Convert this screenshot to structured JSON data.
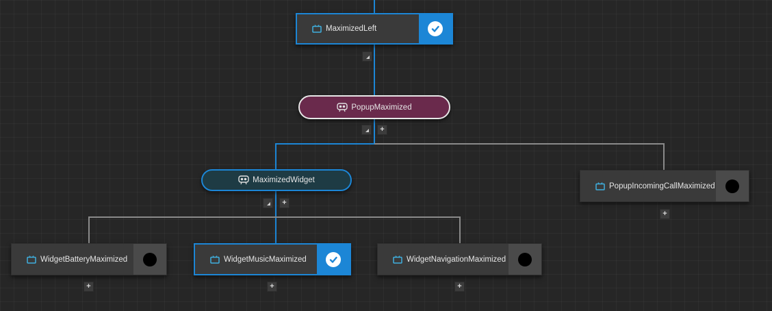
{
  "nodes": {
    "maximized_left": {
      "label": "MaximizedLeft",
      "type": "state",
      "active": true
    },
    "popup_maximized": {
      "label": "PopupMaximized",
      "type": "group"
    },
    "maximized_widget": {
      "label": "MaximizedWidget",
      "type": "group"
    },
    "popup_incoming_call_maximized": {
      "label": "PopupIncomingCallMaximized",
      "type": "state",
      "active": false
    },
    "widget_battery_maximized": {
      "label": "WidgetBatteryMaximized",
      "type": "state",
      "active": false
    },
    "widget_music_maximized": {
      "label": "WidgetMusicMaximized",
      "type": "state",
      "active": true
    },
    "widget_navigation_maximized": {
      "label": "WidgetNavigationMaximized",
      "type": "state",
      "active": false
    }
  },
  "colors": {
    "background": "#262626",
    "active_blue": "#1c86d6",
    "inactive_wire": "#8a8a8a",
    "popup_group_fill": "#6a2a4c",
    "widget_group_fill": "#1e3b44"
  },
  "buttons": {
    "collapse_symbol": "◢",
    "add_symbol": "+"
  }
}
